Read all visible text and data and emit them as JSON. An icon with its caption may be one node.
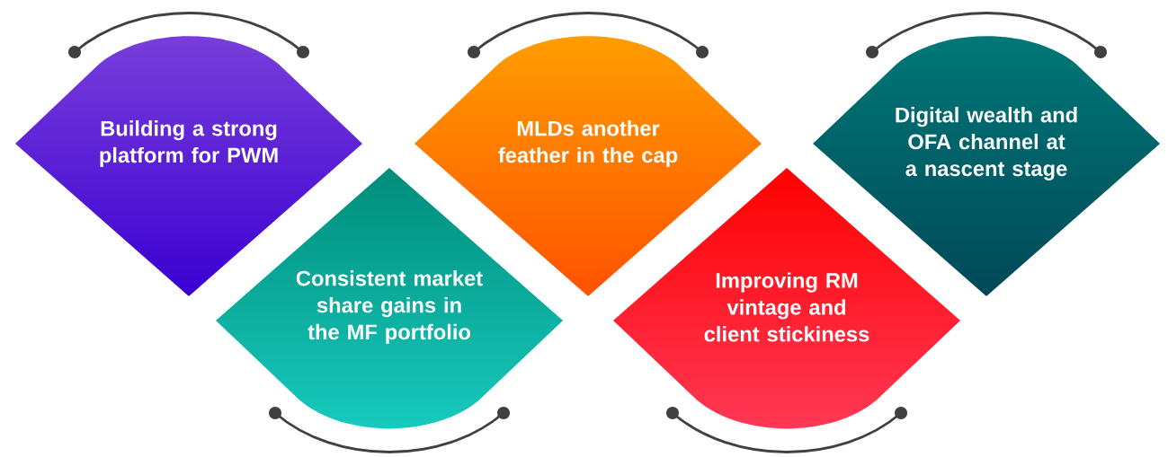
{
  "diagram": {
    "nodes": [
      {
        "text": [
          "Building a strong platform for PWM"
        ]
      },
      {
        "text": [
          "Consistent market share gains in the MF portfolio"
        ]
      },
      {
        "text": [
          "MLDs another feather in the cap"
        ]
      },
      {
        "text": [
          "Improving RM vintage and client stickiness"
        ]
      },
      {
        "text": [
          "Digital wealth and OFA channel at a nascent stage"
        ]
      }
    ]
  }
}
